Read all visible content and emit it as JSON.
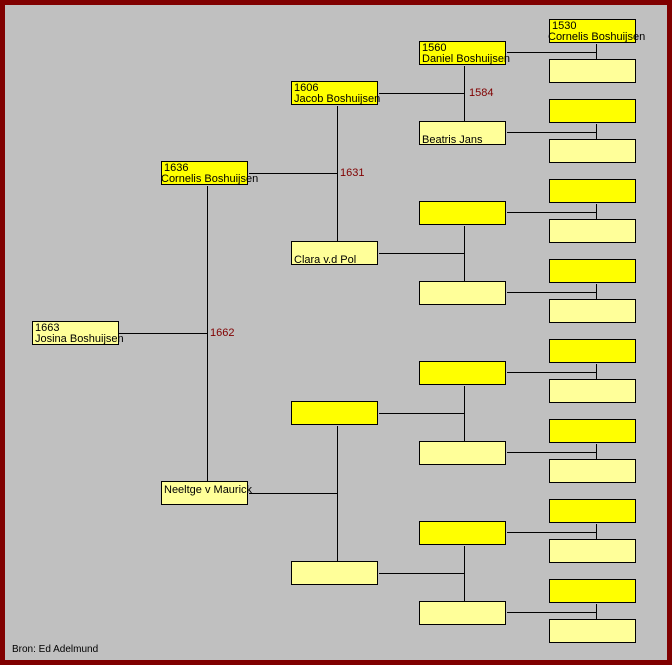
{
  "people": {
    "p1": {
      "year": "1663",
      "name": "Josina Boshuijsen"
    },
    "p2": {
      "year": "1636",
      "name": "Cornelis Boshuijsen"
    },
    "p3": {
      "year": "",
      "name": "Neeltge v Maurick"
    },
    "p4": {
      "year": "1606",
      "name": "Jacob Boshuijsen"
    },
    "p5": {
      "year": "",
      "name": "Clara v.d Pol"
    },
    "p8": {
      "year": "1560",
      "name": "Daniel Boshuijsen"
    },
    "p9": {
      "year": "",
      "name": "Beatris Jans"
    },
    "p16": {
      "year": "1530",
      "name": "Cornelis Boshuijsen"
    }
  },
  "marriages": {
    "m1": "1662",
    "m2": "1631",
    "m4": "1584"
  },
  "source": "Bron: Ed Adelmund",
  "colors": {
    "male": "#ffff00",
    "female": "#ffff99",
    "border": "#800000",
    "background": "#c0c0c0"
  }
}
